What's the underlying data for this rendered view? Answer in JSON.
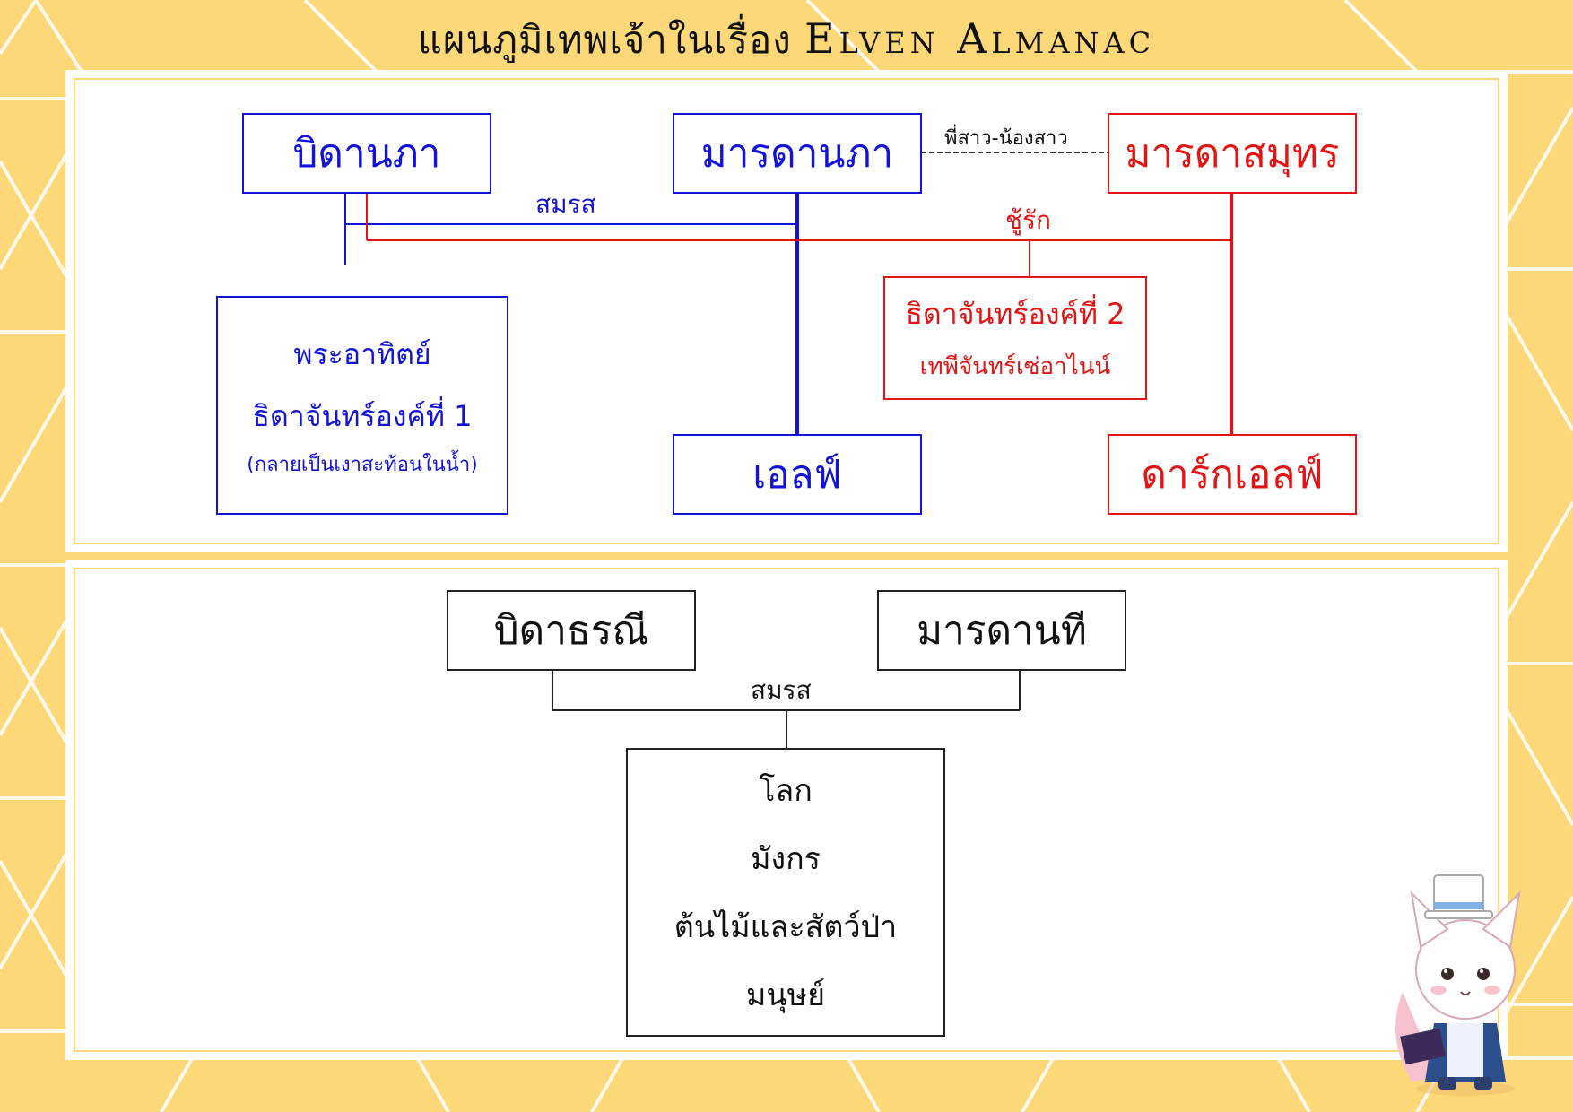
{
  "title": {
    "prefix": "แผนภูมิเทพเจ้าในเรื่อง",
    "name": "Elven Almanac"
  },
  "top": {
    "father_sky": "บิดานภา",
    "mother_sky": "มารดานภา",
    "mother_sea": "มารดาสมุทร",
    "sun": {
      "line1": "พระอาทิตย์",
      "line2": "ธิดาจันทร์องค์ที่ 1",
      "line3": "(กลายเป็นเงาสะท้อนในน้ำ)"
    },
    "moon2": {
      "line1": "ธิดาจันทร์องค์ที่ 2",
      "line2": "เทพีจันทร์เซ่อาไนน์"
    },
    "elf": "เอลฟ์",
    "dark_elf": "ดาร์กเอลฟ์",
    "rel_married": "สมรส",
    "rel_lover": "ชู้รัก",
    "rel_sisters": "พี่สาว-น้องสาว"
  },
  "bottom": {
    "father_earth": "บิดาธรณี",
    "mother_water": "มารดานที",
    "rel_married": "สมรส",
    "children": [
      "โลก",
      "มังกร",
      "ต้นไม้และสัตว์ป่า",
      "มนุษย์"
    ]
  },
  "colors": {
    "background": "#fdd878",
    "blue": "#1212d8",
    "red": "#e31414",
    "black": "#222222"
  }
}
